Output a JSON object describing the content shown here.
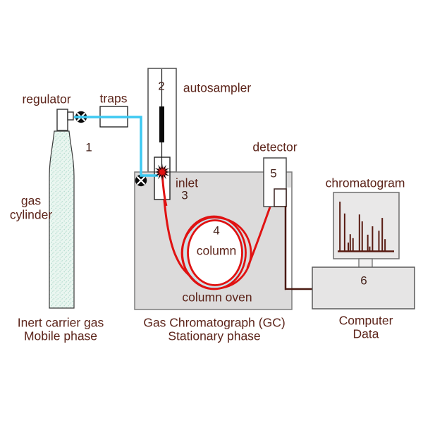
{
  "colors": {
    "label_text": "#5c241a",
    "number_text": "#46231c",
    "carrier_gas_line": "#3ec9f2",
    "column_line": "#e01212",
    "signal_line": "#4a1a12",
    "chromatogram_peaks": "#591c13",
    "oven_fill": "#dcdbdb",
    "oven_border": "#7d7d7d",
    "monitor_fill": "#e9e8e8",
    "computer_fill": "#e6e5e5",
    "cylinder_fill": "#eaf6f0",
    "cylinder_dots": "#b9ded2"
  },
  "icons": {
    "valve": "circle-x-valve-icon",
    "injection": "injection-flash-icon",
    "syringe": "syringe-icon"
  },
  "labels": {
    "regulator": "regulator",
    "traps": "traps",
    "autosampler": "autosampler",
    "inlet": "inlet",
    "detector": "detector",
    "chromatogram": "chromatogram",
    "column": "column",
    "column_oven": "column oven",
    "gas_line1": "gas",
    "gas_line2": "cylinder"
  },
  "numbers": {
    "n1": "1",
    "n2": "2",
    "n3": "3",
    "n4": "4",
    "n5": "5",
    "n6": "6"
  },
  "captions": {
    "left_line1": "Inert carrier gas",
    "left_line2": "Mobile phase",
    "mid_line1": "Gas Chromatograph (GC)",
    "mid_line2": "Stationary phase",
    "right_line1": "Computer",
    "right_line2": "Data"
  },
  "chart_data": {
    "type": "bar",
    "title": "chromatogram",
    "xlabel": "",
    "ylabel": "",
    "legend": "none",
    "axis_style": "baseline only, no ticks",
    "x_relative": [
      0.04,
      0.125,
      0.19,
      0.225,
      0.275,
      0.39,
      0.44,
      0.54,
      0.575,
      0.625,
      0.74,
      0.8,
      0.85
    ],
    "peak_heights_relative": [
      1.0,
      0.76,
      0.17,
      0.34,
      0.26,
      0.74,
      0.6,
      0.33,
      0.09,
      0.5,
      0.41,
      0.67,
      0.24
    ]
  }
}
